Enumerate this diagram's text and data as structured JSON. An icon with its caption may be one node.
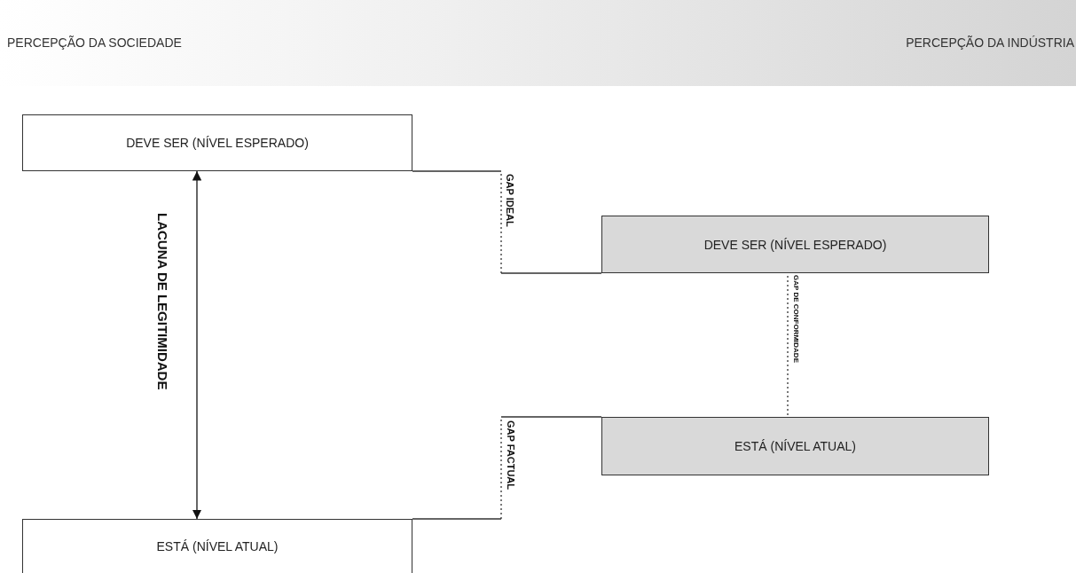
{
  "diagram": {
    "nodes": [
      {
        "text": [
          "PERCEPÇÃO DA SOCIEDADE",
          "PERCEPÇÃO DA INDÚSTRIA"
        ]
      },
      {
        "text": [
          "DEVE SER (NÍVEL ESPERADO)"
        ]
      },
      {
        "text": [
          "DEVE SER (NÍVEL ESPERADO)"
        ]
      },
      {
        "text": [
          "ESTÁ (NÍVEL ATUAL)"
        ]
      },
      {
        "text": [
          "ESTÁ (NÍVEL ATUAL)"
        ]
      }
    ],
    "edges": [
      {
        "from": 1,
        "to": 4,
        "arrow": "both",
        "label": "LACUNA DE LEGITIMIDADE"
      },
      {
        "from": 1,
        "to": 2,
        "arrow": "none",
        "label": "GAP IDEAL",
        "style": "dashed"
      },
      {
        "from": 2,
        "to": 3,
        "arrow": "none",
        "label": "GAP DE CONFORMIDADE",
        "style": "dashed"
      },
      {
        "from": 3,
        "to": 4,
        "arrow": "none",
        "label": "GAP FACTUAL",
        "style": "dashed"
      }
    ]
  }
}
